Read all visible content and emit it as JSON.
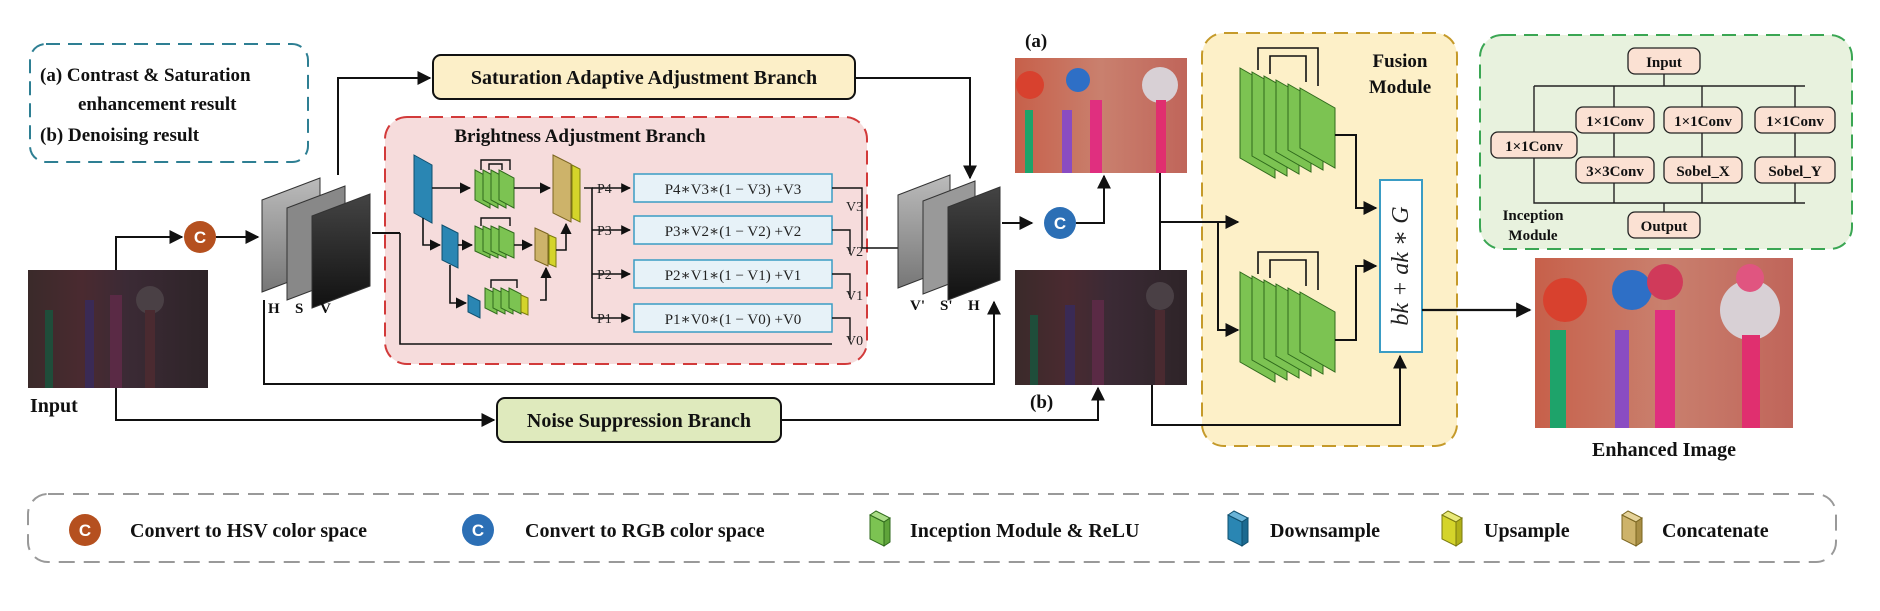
{
  "legend_note": {
    "line_a1": "(a) Contrast & Saturation",
    "line_a2": "enhancement result",
    "line_b": "(b) Denoising result"
  },
  "branches": {
    "saturation": "Saturation Adaptive Adjustment Branch",
    "brightness": "Brightness Adjustment  Branch",
    "noise": "Noise Suppression  Branch"
  },
  "labels": {
    "input": "Input",
    "enhanced": "Enhanced Image",
    "hsv_h": "H",
    "hsv_s": "S",
    "hsv_v": "V",
    "out_v": "V'",
    "out_s": "S'",
    "out_h": "H",
    "img_a": "(a)",
    "img_b": "(b)",
    "convert_symbol": "C"
  },
  "brightness_eqs": [
    {
      "p": "P4",
      "eq": "P4∗V3∗(1 − V3) +V3",
      "v": "V3"
    },
    {
      "p": "P3",
      "eq": "P3∗V2∗(1 − V2) +V2",
      "v": "V2"
    },
    {
      "p": "P2",
      "eq": "P2∗V1∗(1 − V1) +V1",
      "v": "V1"
    },
    {
      "p": "P1",
      "eq": "P1∗V0∗(1 − V0) +V0",
      "v": "V0"
    }
  ],
  "v0_label": "V0",
  "fusion": {
    "title1": "Fusion",
    "title2": "Module",
    "formula": "bk + ak ∗ G"
  },
  "inception": {
    "input": "Input",
    "conv_left": "1×1Conv",
    "conv1": "1×1Conv",
    "conv2": "1×1Conv",
    "conv3": "1×1Conv",
    "conv33": "3×3Conv",
    "sobel_x": "Sobel_X",
    "sobel_y": "Sobel_Y",
    "output": "Output",
    "title1": "Inception",
    "title2": "Module"
  },
  "legend": {
    "hsv": "Convert to HSV color space",
    "rgb": "Convert to RGB color space",
    "inception": "Inception Module & ReLU",
    "down": "Downsample",
    "up": "Upsample",
    "concat": "Concatenate"
  },
  "colors": {
    "hsv_circle": "#b5501f",
    "rgb_circle": "#2c6fb5",
    "inception_green": "#7cc352",
    "downsample_blue": "#2a86b3",
    "upsample_yellow": "#d4d42a",
    "concat_tan": "#cdb36a",
    "brightness_bg": "#f6dcdc",
    "fusion_bg": "#fdf0c8",
    "inception_bg": "#e8f2de"
  }
}
